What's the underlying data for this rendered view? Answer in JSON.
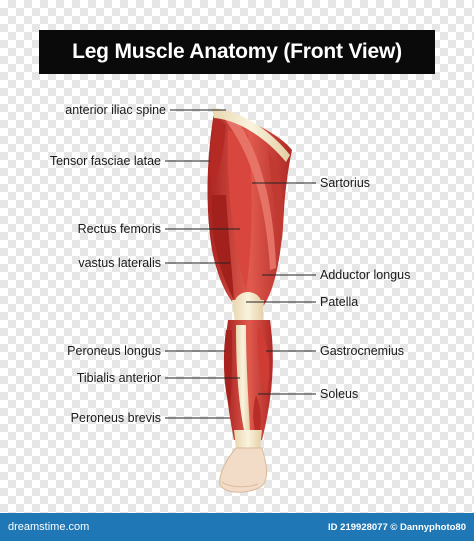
{
  "title": "Leg Muscle Anatomy (Front View)",
  "labels_left": [
    "anterior iliac spine",
    "Tensor fasciae latae",
    "Rectus femoris",
    "vastus lateralis",
    "Peroneus longus",
    "Tibialis anterior",
    "Peroneus brevis"
  ],
  "labels_right": [
    "Sartorius",
    "Adductor longus",
    "Patella",
    "Gastrocnemius",
    "Soleus"
  ],
  "footer": {
    "brand": "dreamstime.com",
    "credit": "ID 219928077 © Dannyphoto80"
  },
  "colors": {
    "muscle": "#c9302c",
    "muscle_dark": "#9e1f1c",
    "tendon": "#f1e4c3",
    "skin": "#f3dcc7",
    "leader_line": "#222222",
    "footer_bg": "#1f78b5"
  }
}
